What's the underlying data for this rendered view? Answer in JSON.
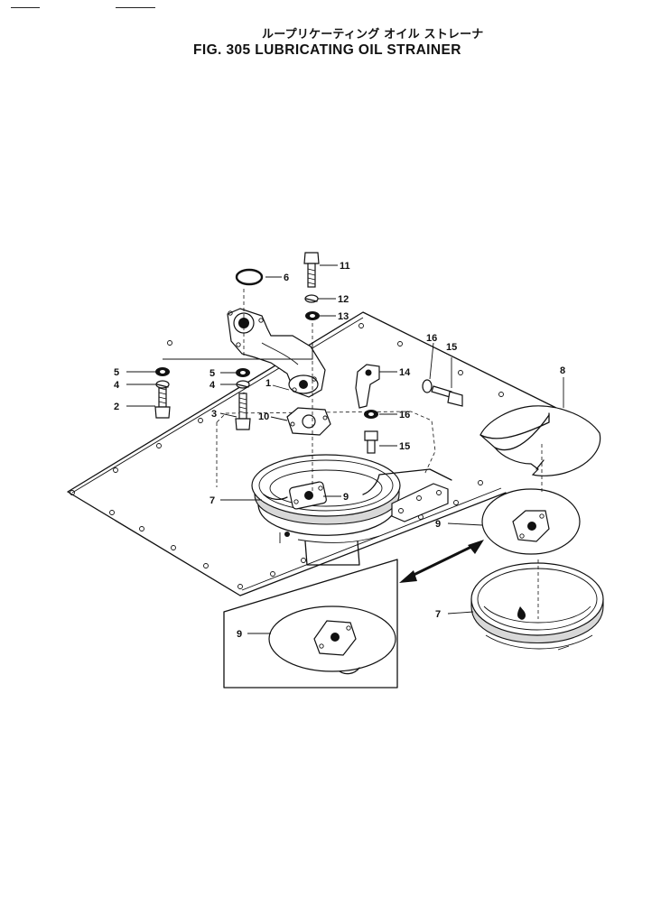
{
  "header": {
    "title_jp": "ループリケーティング オイル ストレーナ",
    "title_en": "FIG. 305  LUBRICATING OIL STRAINER"
  },
  "callouts": {
    "c1": "1",
    "c2": "2",
    "c3": "3",
    "c4a": "4",
    "c4b": "4",
    "c5a": "5",
    "c5b": "5",
    "c6": "6",
    "c7a": "7",
    "c7b": "7",
    "c8": "8",
    "c9a": "9",
    "c9b": "9",
    "c9c": "9",
    "c10": "10",
    "c11": "11",
    "c12": "12",
    "c13": "13",
    "c14": "14",
    "c15a": "15",
    "c15b": "15",
    "c16a": "16",
    "c16b": "16"
  }
}
